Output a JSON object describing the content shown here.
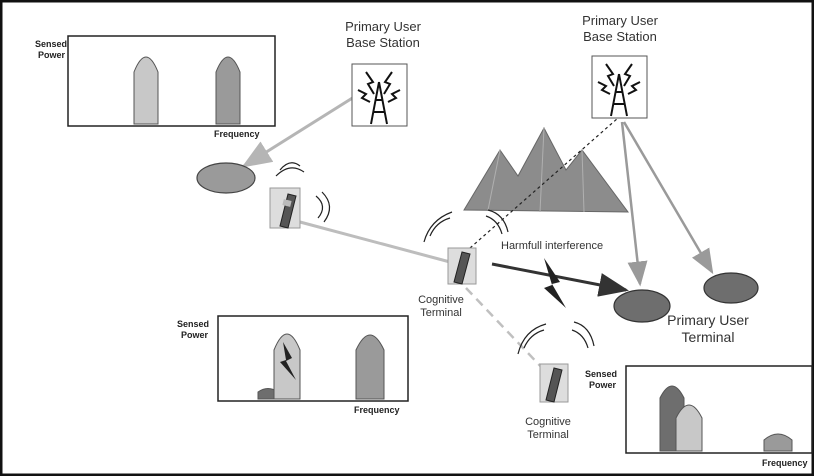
{
  "station_left": {
    "line1": "Primary User",
    "line2": "Base Station"
  },
  "station_right": {
    "line1": "Primary User",
    "line2": "Base Station"
  },
  "interference_label": "Harmfull interference",
  "cognitive_terminal_center": {
    "line1": "Cognitive",
    "line2": "Terminal"
  },
  "cognitive_terminal_bottom": {
    "line1": "Cognitive",
    "line2": "Terminal"
  },
  "primary_user_terminal": {
    "line1": "Primary User",
    "line2": "Terminal"
  },
  "spectrum_top_left": {
    "y_label_1": "Sensed",
    "y_label_2": "Power",
    "x_label": "Frequency"
  },
  "spectrum_middle": {
    "y_label_1": "Sensed",
    "y_label_2": "Power",
    "x_label": "Frequency"
  },
  "spectrum_bottom_right": {
    "y_label_1": "Sensed",
    "y_label_2": "Power",
    "x_label": "Frequency"
  },
  "colors": {
    "frame": "#111111",
    "light_gray": "#c8c8c8",
    "mid_gray": "#9a9a9a",
    "dark_gray": "#6e6e6e",
    "mountain": "#8c8c8c",
    "link": "#b5b5b5",
    "interference": "#333333"
  }
}
